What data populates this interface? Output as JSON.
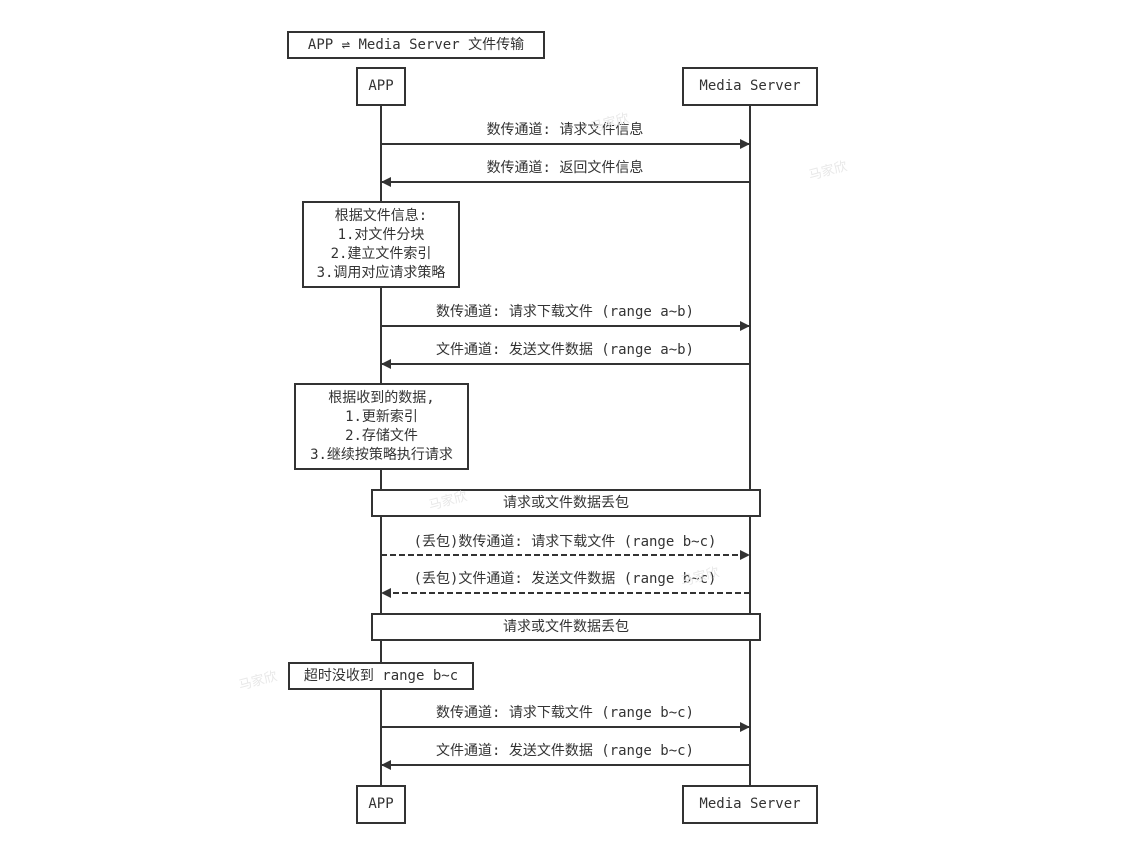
{
  "diagram": {
    "title": "APP ⇌ Media Server 文件传输",
    "participants": [
      {
        "id": "app",
        "label": "APP"
      },
      {
        "id": "server",
        "label": "Media Server"
      }
    ],
    "messages": [
      {
        "from": "app",
        "to": "server",
        "label": "数传通道: 请求文件信息",
        "style": "solid"
      },
      {
        "from": "server",
        "to": "app",
        "label": "数传通道: 返回文件信息",
        "style": "solid"
      },
      {
        "from": "app",
        "to": "server",
        "label": "数传通道: 请求下载文件 (range a~b)",
        "style": "solid"
      },
      {
        "from": "server",
        "to": "app",
        "label": "文件通道: 发送文件数据 (range a~b)",
        "style": "solid"
      },
      {
        "from": "app",
        "to": "server",
        "label": "(丢包)数传通道: 请求下载文件 (range b~c)",
        "style": "dashed"
      },
      {
        "from": "server",
        "to": "app",
        "label": "(丢包)文件通道: 发送文件数据 (range b~c)",
        "style": "dashed"
      },
      {
        "from": "app",
        "to": "server",
        "label": "数传通道: 请求下载文件 (range b~c)",
        "style": "solid"
      },
      {
        "from": "server",
        "to": "app",
        "label": "文件通道: 发送文件数据 (range b~c)",
        "style": "solid"
      }
    ],
    "notes": [
      {
        "over": "app",
        "text": "根据文件信息:\n1.对文件分块\n2.建立文件索引\n3.调用对应请求策略"
      },
      {
        "over": "app",
        "text": "根据收到的数据,\n1.更新索引\n2.存储文件\n3.继续按策略执行请求"
      },
      {
        "over": "both",
        "text": "请求或文件数据丢包"
      },
      {
        "over": "both",
        "text": "请求或文件数据丢包"
      },
      {
        "over": "app",
        "text": "超时没收到 range b~c"
      }
    ],
    "watermark": "马家欣"
  }
}
